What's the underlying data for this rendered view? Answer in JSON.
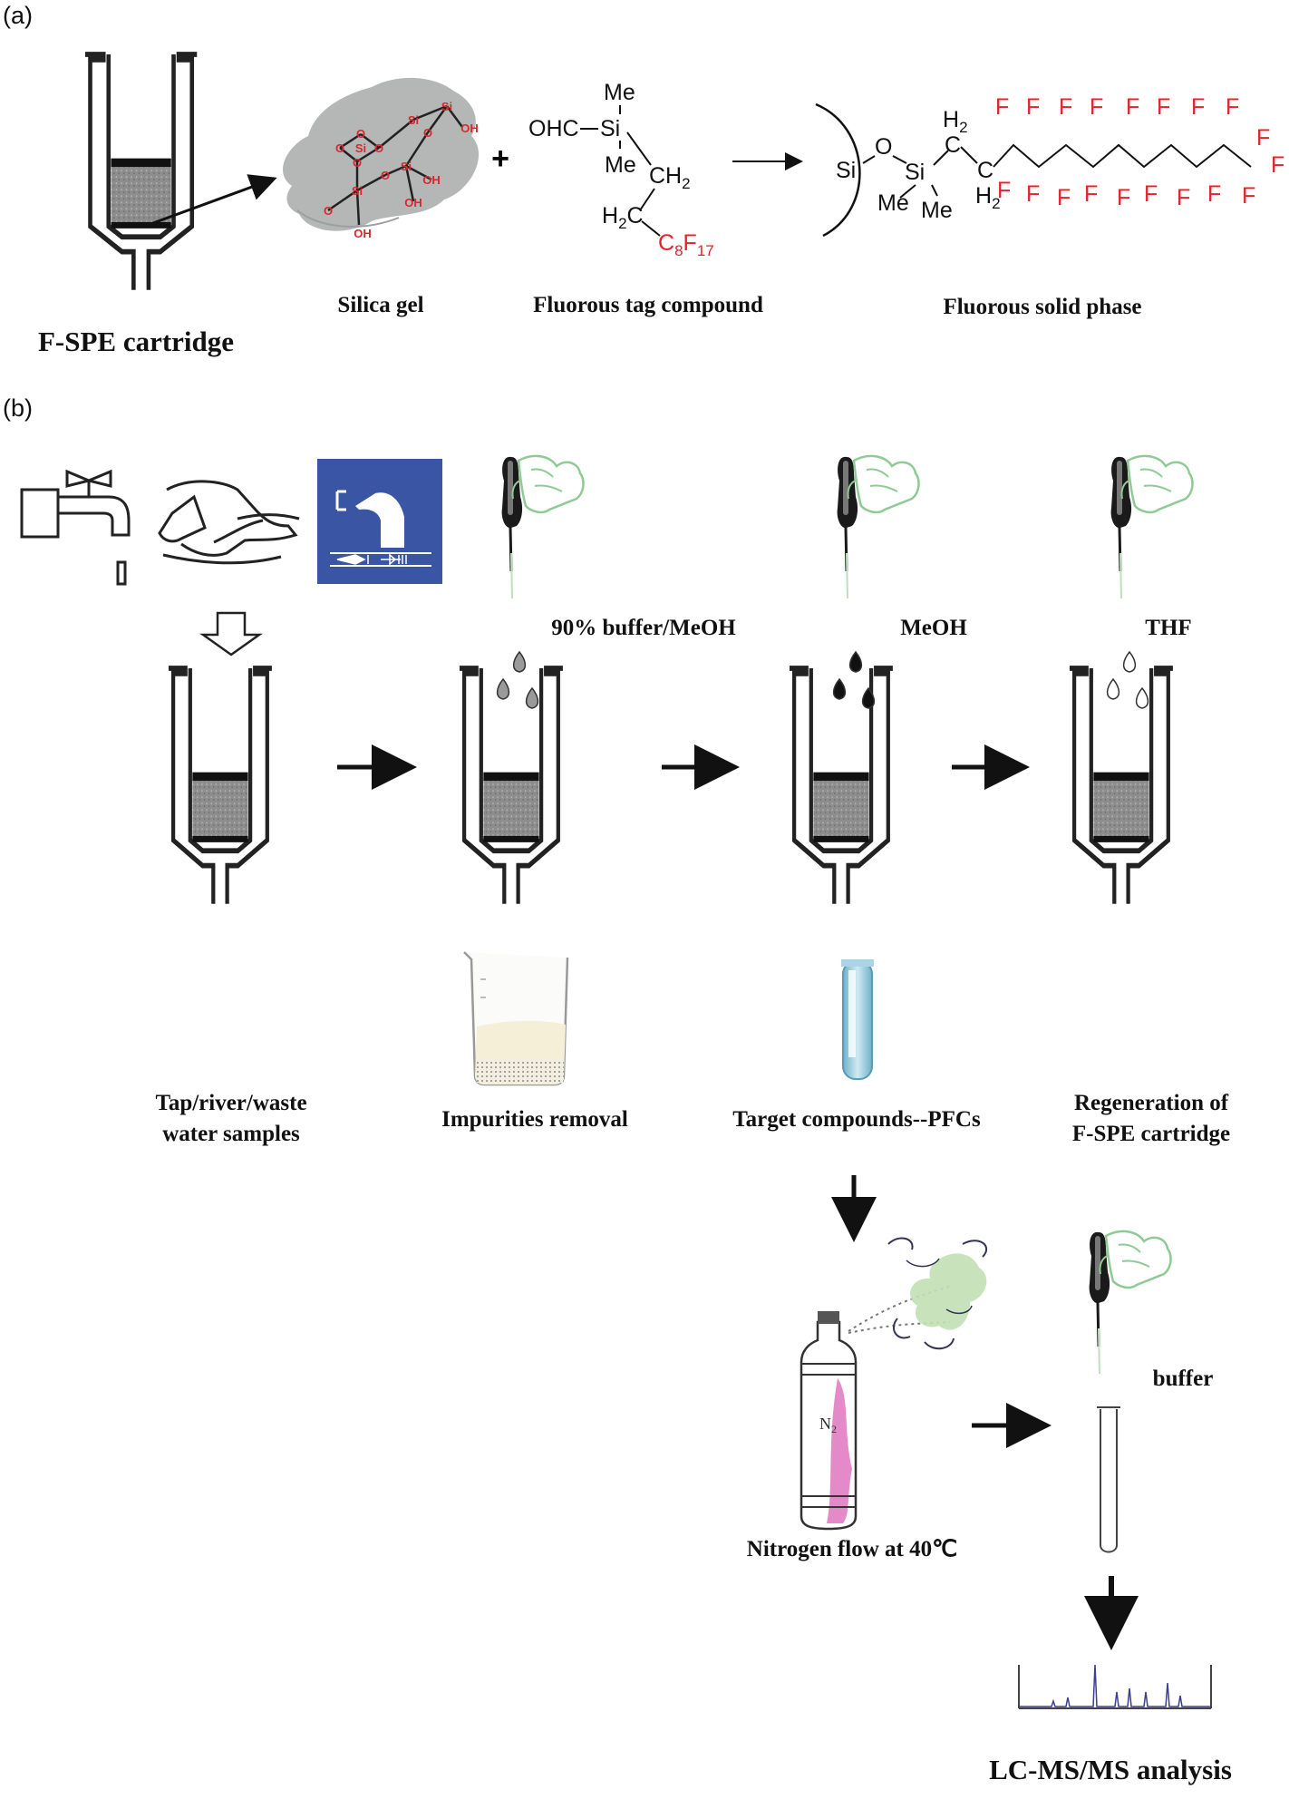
{
  "panel_a_label": "(a)",
  "panel_b_label": "(b)",
  "a": {
    "cartridge_label": "F-SPE cartridge",
    "silica_label": "Silica gel",
    "tag_label": "Fluorous tag compound",
    "solid_phase_label": "Fluorous solid phase",
    "plus": "+",
    "silica_atoms": {
      "si": "Si",
      "o": "O",
      "oh": "OH"
    },
    "tag": {
      "me": "Me",
      "si": "Si",
      "ohc": "OHC",
      "ch2": "CH",
      "ch2_sub": "2",
      "h2c": "H",
      "h2c_sub": "2",
      "h2c_c": "C",
      "cf_c": "C",
      "cf_c_sub": "8",
      "cf_f": "F",
      "cf_f_sub": "17"
    },
    "phase": {
      "si_surface": "Si",
      "o": "O",
      "si": "Si",
      "me": "Me",
      "h": "H",
      "h_sub": "2",
      "c": "C",
      "f": "F"
    }
  },
  "b": {
    "solvents": [
      "90% buffer/MeOH",
      "MeOH",
      "THF"
    ],
    "n2_label": "N",
    "n2_sub": "2",
    "captions": {
      "samples_line1": "Tap/river/waste",
      "samples_line2": "water samples",
      "impurities": "Impurities removal",
      "target": "Target compounds--PFCs",
      "regen_line1": "Regeneration of",
      "regen_line2": "F-SPE cartridge",
      "nitrogen": "Nitrogen flow at 40℃",
      "buffer": "buffer",
      "lcms": "LC-MS/MS analysis"
    },
    "drop_colors": [
      "#9a9a9a",
      "#111111",
      "#ffffff"
    ]
  },
  "colors": {
    "fluorine_red": "#e8202a",
    "silica_red": "#d8282c",
    "glove_green": "#9ed4a4",
    "blue_panel": "#3a55a4",
    "cylinder_pink": "#e58ac8"
  }
}
